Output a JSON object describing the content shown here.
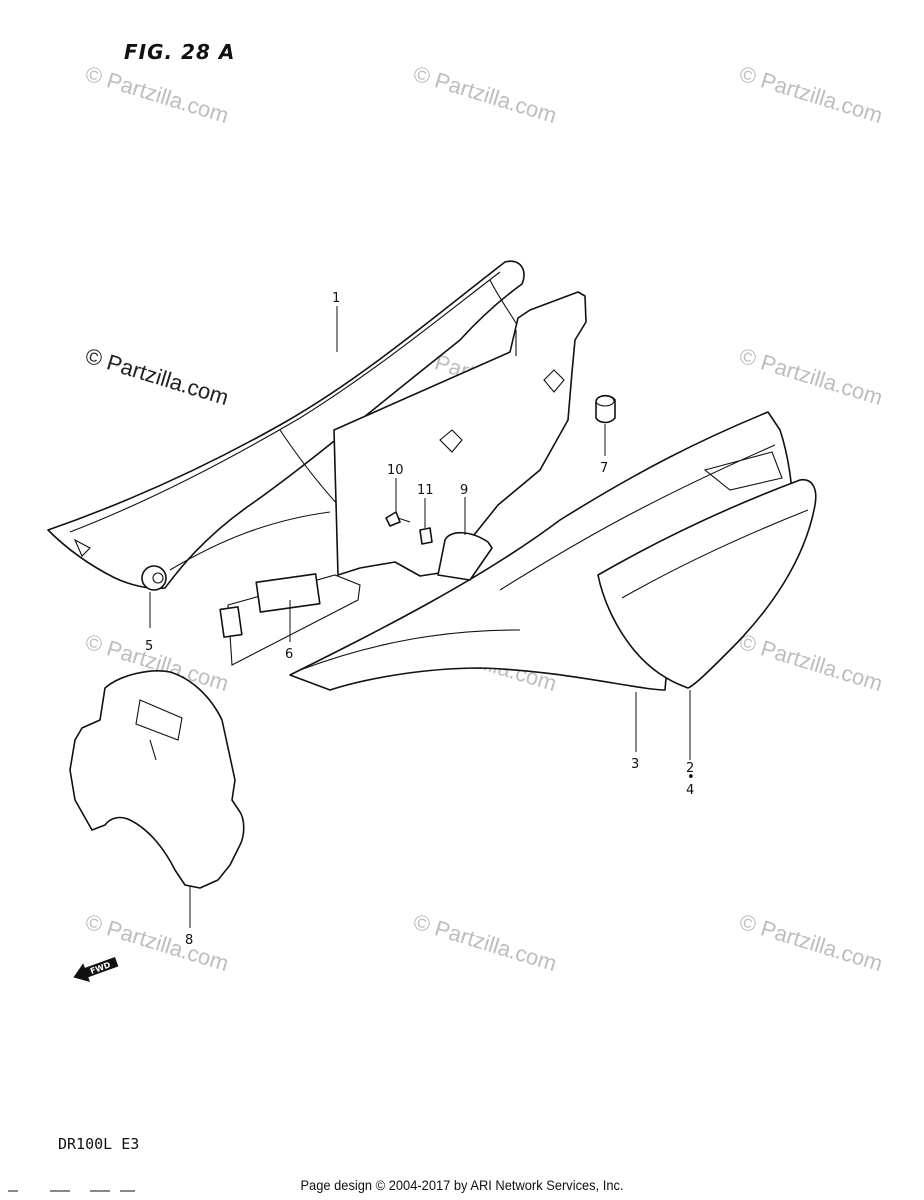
{
  "figure_title": "FIG. 28 A",
  "model_code": "DR100L  E3",
  "footer": "Page design © 2004-2017 by ARI Network Services, Inc.",
  "watermark_text": "© Partzilla.com",
  "fwd_label": "FWD",
  "callouts": [
    "1",
    "2",
    "3",
    "4",
    "5",
    "6",
    "7",
    "8",
    "9",
    "10",
    "11"
  ],
  "colors": {
    "line": "#111111",
    "watermark": "#bdbdbd"
  }
}
